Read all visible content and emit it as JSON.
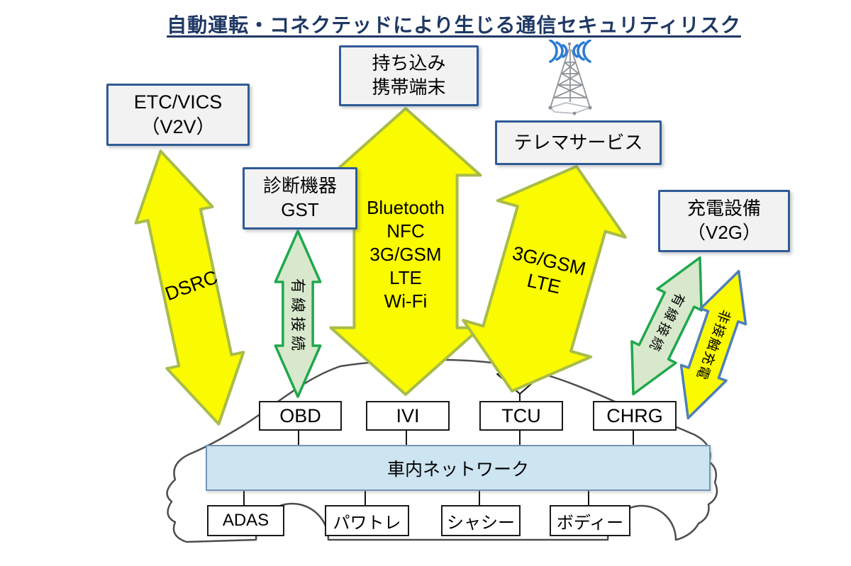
{
  "title": "自動運転・コネクテッドにより生じる通信セキュリティリスク",
  "external_nodes": {
    "etc_vics": {
      "line1": "ETC/VICS",
      "line2": "（V2V）"
    },
    "mobile_device": {
      "line1": "持ち込み",
      "line2": "携帯端末"
    },
    "telematics": {
      "label": "テレマサービス"
    },
    "diagnostic": {
      "line1": "診断機器",
      "line2": "GST"
    },
    "charging": {
      "line1": "充電設備",
      "line2": "（V2G）"
    }
  },
  "arrows": {
    "dsrc": {
      "label": "DSRC"
    },
    "mobile_links": {
      "lines": [
        "Bluetooth",
        "NFC",
        "3G/GSM",
        "LTE",
        "Wi-Fi"
      ]
    },
    "telema_links": {
      "line1": "3G/GSM",
      "line2": "LTE"
    },
    "wired_obd": {
      "label": "有線接続"
    },
    "wired_chrg": {
      "label": "有線接続"
    },
    "contactless_chrg": {
      "label": "非接触充電"
    }
  },
  "vehicle": {
    "units": [
      "OBD",
      "IVI",
      "TCU",
      "CHRG"
    ],
    "network_label": "車内ネットワーク",
    "domains": [
      "ADAS",
      "パワトレ",
      "シャシー",
      "ボディー"
    ]
  },
  "icons": {
    "tower": "radio-tower-icon",
    "antenna": "antenna-icon"
  },
  "colors": {
    "title_text": "#1F3864",
    "node_border": "#2F5B96",
    "node_fill": "#F2F2F2",
    "arrow_yellow_fill": "#FAFA00",
    "arrow_yellow_border": "#A8BC4A",
    "arrow_green_fill": "#D8E8CC",
    "arrow_green_border": "#1FA84D",
    "arrow_blue_border": "#4E7FBA",
    "network_bar_fill": "#CDE4F1",
    "network_bar_border": "#7395B5",
    "tower_waves": "#2E7BD0",
    "car_outline": "#4D4D4D"
  }
}
